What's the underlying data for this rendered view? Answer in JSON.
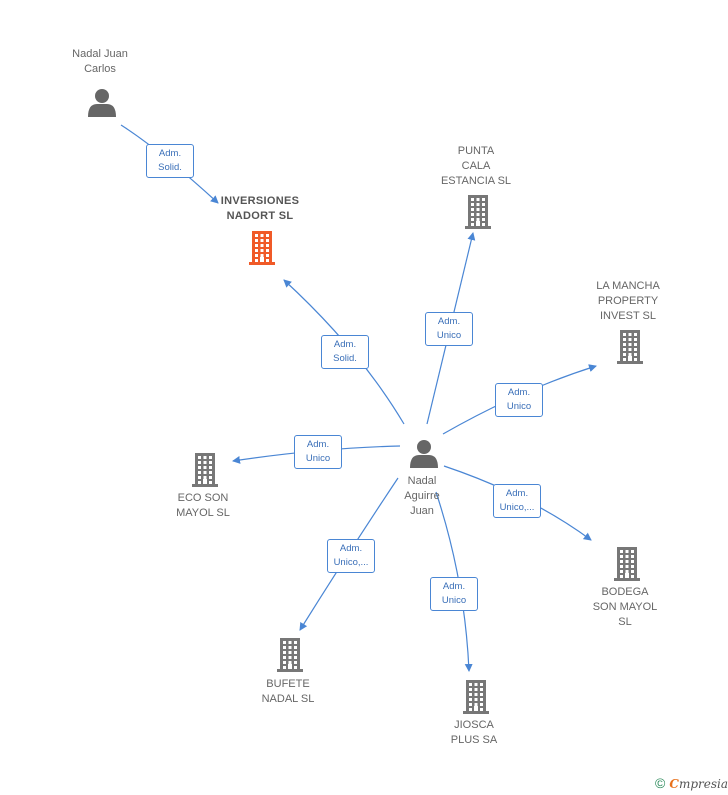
{
  "nodes": [
    {
      "id": "nadal_juan_carlos",
      "type": "person",
      "label": "Nadal Juan\nCarlos",
      "color": "#666666"
    },
    {
      "id": "inversiones",
      "type": "company",
      "label": "INVERSIONES\nNADORT SL",
      "color": "#f05a28",
      "focus": true
    },
    {
      "id": "punta_cala",
      "type": "company",
      "label": "PUNTA\nCALA\nESTANCIA SL",
      "color": "#777777"
    },
    {
      "id": "la_mancha",
      "type": "company",
      "label": "LA MANCHA\nPROPERTY\nINVEST SL",
      "color": "#777777"
    },
    {
      "id": "nadal_aguirre",
      "type": "person",
      "label": "Nadal\nAguirre\nJuan",
      "color": "#666666"
    },
    {
      "id": "eco_son",
      "type": "company",
      "label": "ECO SON\nMAYOL SL",
      "color": "#777777"
    },
    {
      "id": "bodega",
      "type": "company",
      "label": "BODEGA\nSON MAYOL\nSL",
      "color": "#777777"
    },
    {
      "id": "bufete",
      "type": "company",
      "label": "BUFETE\nNADAL SL",
      "color": "#777777"
    },
    {
      "id": "jiosca",
      "type": "company",
      "label": "JIOSCA\nPLUS SA",
      "color": "#777777"
    }
  ],
  "edges": [
    {
      "from": "nadal_juan_carlos",
      "to": "inversiones",
      "label": "Adm.\nSolid."
    },
    {
      "from": "nadal_aguirre",
      "to": "inversiones",
      "label": "Adm.\nSolid."
    },
    {
      "from": "nadal_aguirre",
      "to": "punta_cala",
      "label": "Adm.\nUnico"
    },
    {
      "from": "nadal_aguirre",
      "to": "la_mancha",
      "label": "Adm.\nUnico"
    },
    {
      "from": "nadal_aguirre",
      "to": "eco_son",
      "label": "Adm.\nUnico"
    },
    {
      "from": "nadal_aguirre",
      "to": "bodega",
      "label": "Adm.\nUnico,..."
    },
    {
      "from": "nadal_aguirre",
      "to": "bufete",
      "label": "Adm.\nUnico,..."
    },
    {
      "from": "nadal_aguirre",
      "to": "jiosca",
      "label": "Adm.\nUnico"
    }
  ],
  "edge_color": "#4a86d4",
  "footer": {
    "copyright": "©",
    "brand_first": "C",
    "brand_rest": "mpresia"
  }
}
